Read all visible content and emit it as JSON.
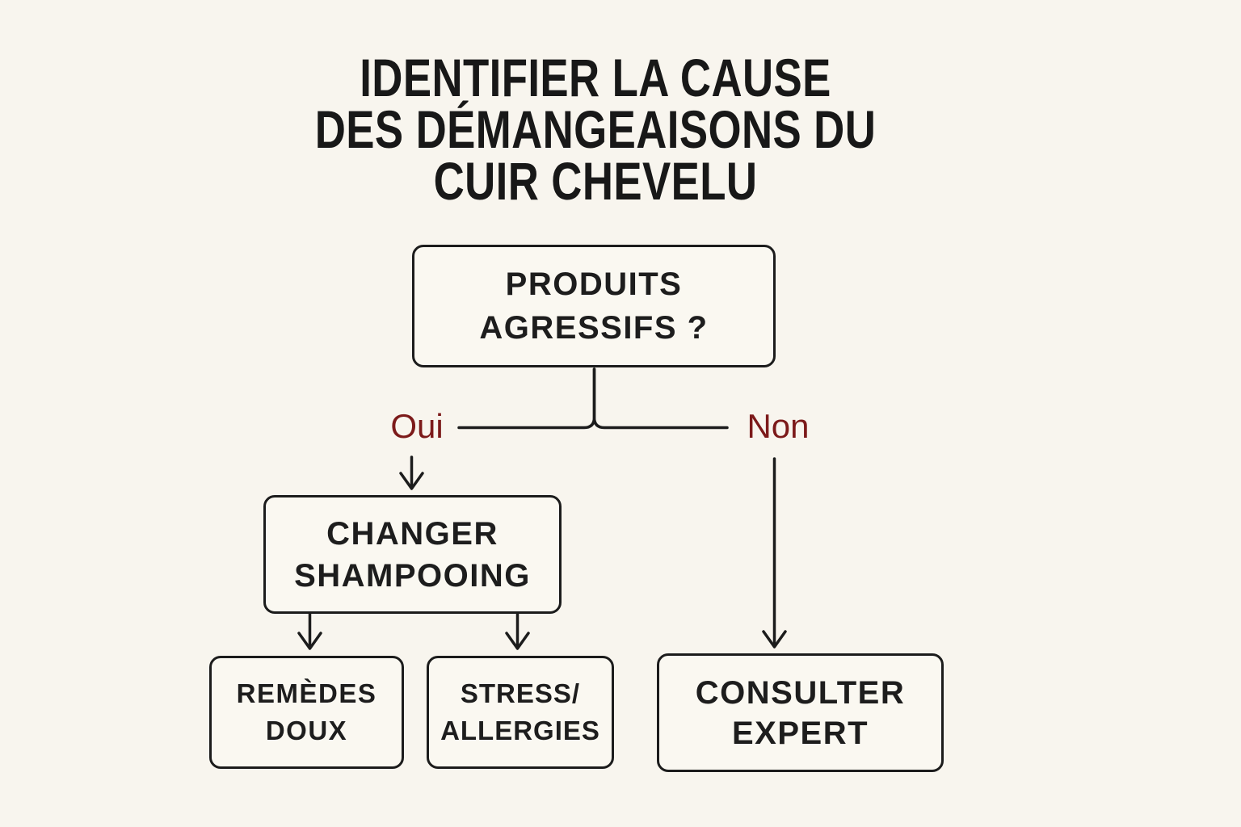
{
  "title": {
    "lines": [
      "IDENTIFIER LA CAUSE",
      "DES DÉMANGEAISONS DU",
      "CUIR CHEVELU"
    ]
  },
  "diagram": {
    "type": "flowchart",
    "nodes": {
      "root": {
        "lines": [
          "PRODUITS",
          "AGRESSIFS ?"
        ]
      },
      "changer": {
        "lines": [
          "CHANGER",
          "SHAMPOOING"
        ]
      },
      "remedes": {
        "lines": [
          "REMÈDES",
          "DOUX"
        ]
      },
      "stress": {
        "lines": [
          "STRESS/",
          "ALLERGIES"
        ]
      },
      "consulter": {
        "lines": [
          "CONSULTER",
          "EXPERT"
        ]
      }
    },
    "branches": {
      "yes": "Oui",
      "no": "Non"
    },
    "edges": [
      {
        "from": "root",
        "to": "changer",
        "label": "Oui"
      },
      {
        "from": "root",
        "to": "consulter",
        "label": "Non"
      },
      {
        "from": "changer",
        "to": "remedes",
        "label": ""
      },
      {
        "from": "changer",
        "to": "stress",
        "label": ""
      }
    ]
  },
  "colors": {
    "background": "#f8f5ee",
    "node_fill": "#faf8f1",
    "line": "#1c1c1c",
    "text": "#1d1d1d",
    "branch_label": "#7c1a1a"
  }
}
